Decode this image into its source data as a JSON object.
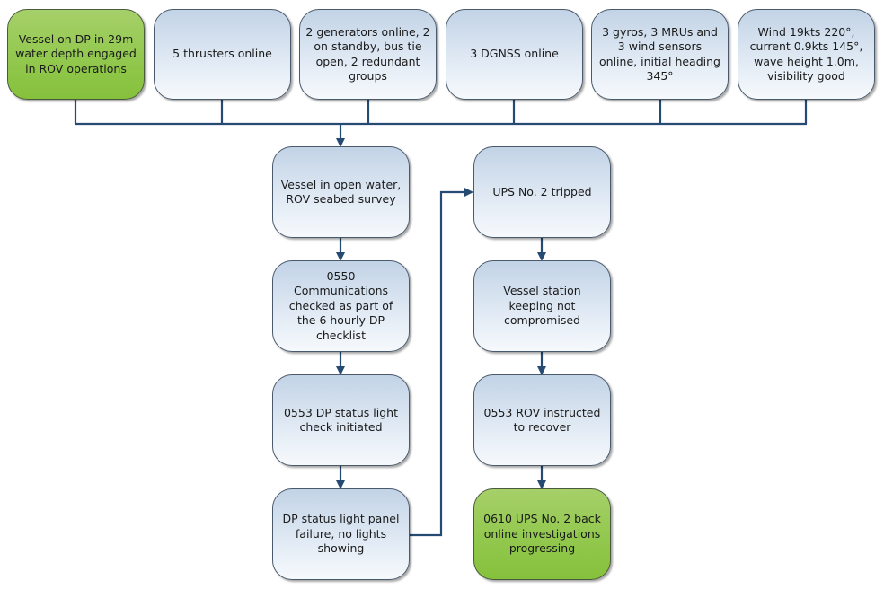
{
  "diagram": {
    "colors": {
      "line": "#264b73",
      "green": "#92c84e",
      "blue_top": "#c2d3e6"
    },
    "top_row": [
      {
        "id": "initial-condition",
        "text": "Vessel on DP in 29m water depth engaged in ROV operations",
        "style": "green"
      },
      {
        "id": "thrusters",
        "text": "5 thrusters online",
        "style": "blue"
      },
      {
        "id": "generators",
        "text": "2 generators online, 2 on standby, bus tie open, 2 redundant groups",
        "style": "blue"
      },
      {
        "id": "dgnss",
        "text": "3 DGNSS online",
        "style": "blue"
      },
      {
        "id": "sensors",
        "text": "3 gyros, 3 MRUs and 3 wind sensors online, initial heading 345°",
        "style": "blue"
      },
      {
        "id": "environment",
        "text": "Wind 19kts 220°, current 0.9kts 145°, wave height 1.0m, visibility good",
        "style": "blue"
      }
    ],
    "column_left": [
      {
        "id": "open-water",
        "text": "Vessel in open water, ROV seabed survey",
        "style": "blue"
      },
      {
        "id": "comms-check",
        "text": "0550 Communications checked as part of the 6 hourly DP checklist",
        "style": "blue"
      },
      {
        "id": "status-light-check",
        "text": "0553 DP status light check initiated",
        "style": "blue"
      },
      {
        "id": "panel-failure",
        "text": "DP status light panel failure, no lights showing",
        "style": "blue"
      }
    ],
    "column_right": [
      {
        "id": "ups-tripped",
        "text": "UPS No. 2 tripped",
        "style": "blue"
      },
      {
        "id": "station-keeping",
        "text": "Vessel station keeping not compromised",
        "style": "blue"
      },
      {
        "id": "rov-recover",
        "text": "0553 ROV instructed to recover",
        "style": "blue"
      },
      {
        "id": "ups-back-online",
        "text": "0610 UPS No. 2 back online investigations progressing",
        "style": "green"
      }
    ]
  }
}
